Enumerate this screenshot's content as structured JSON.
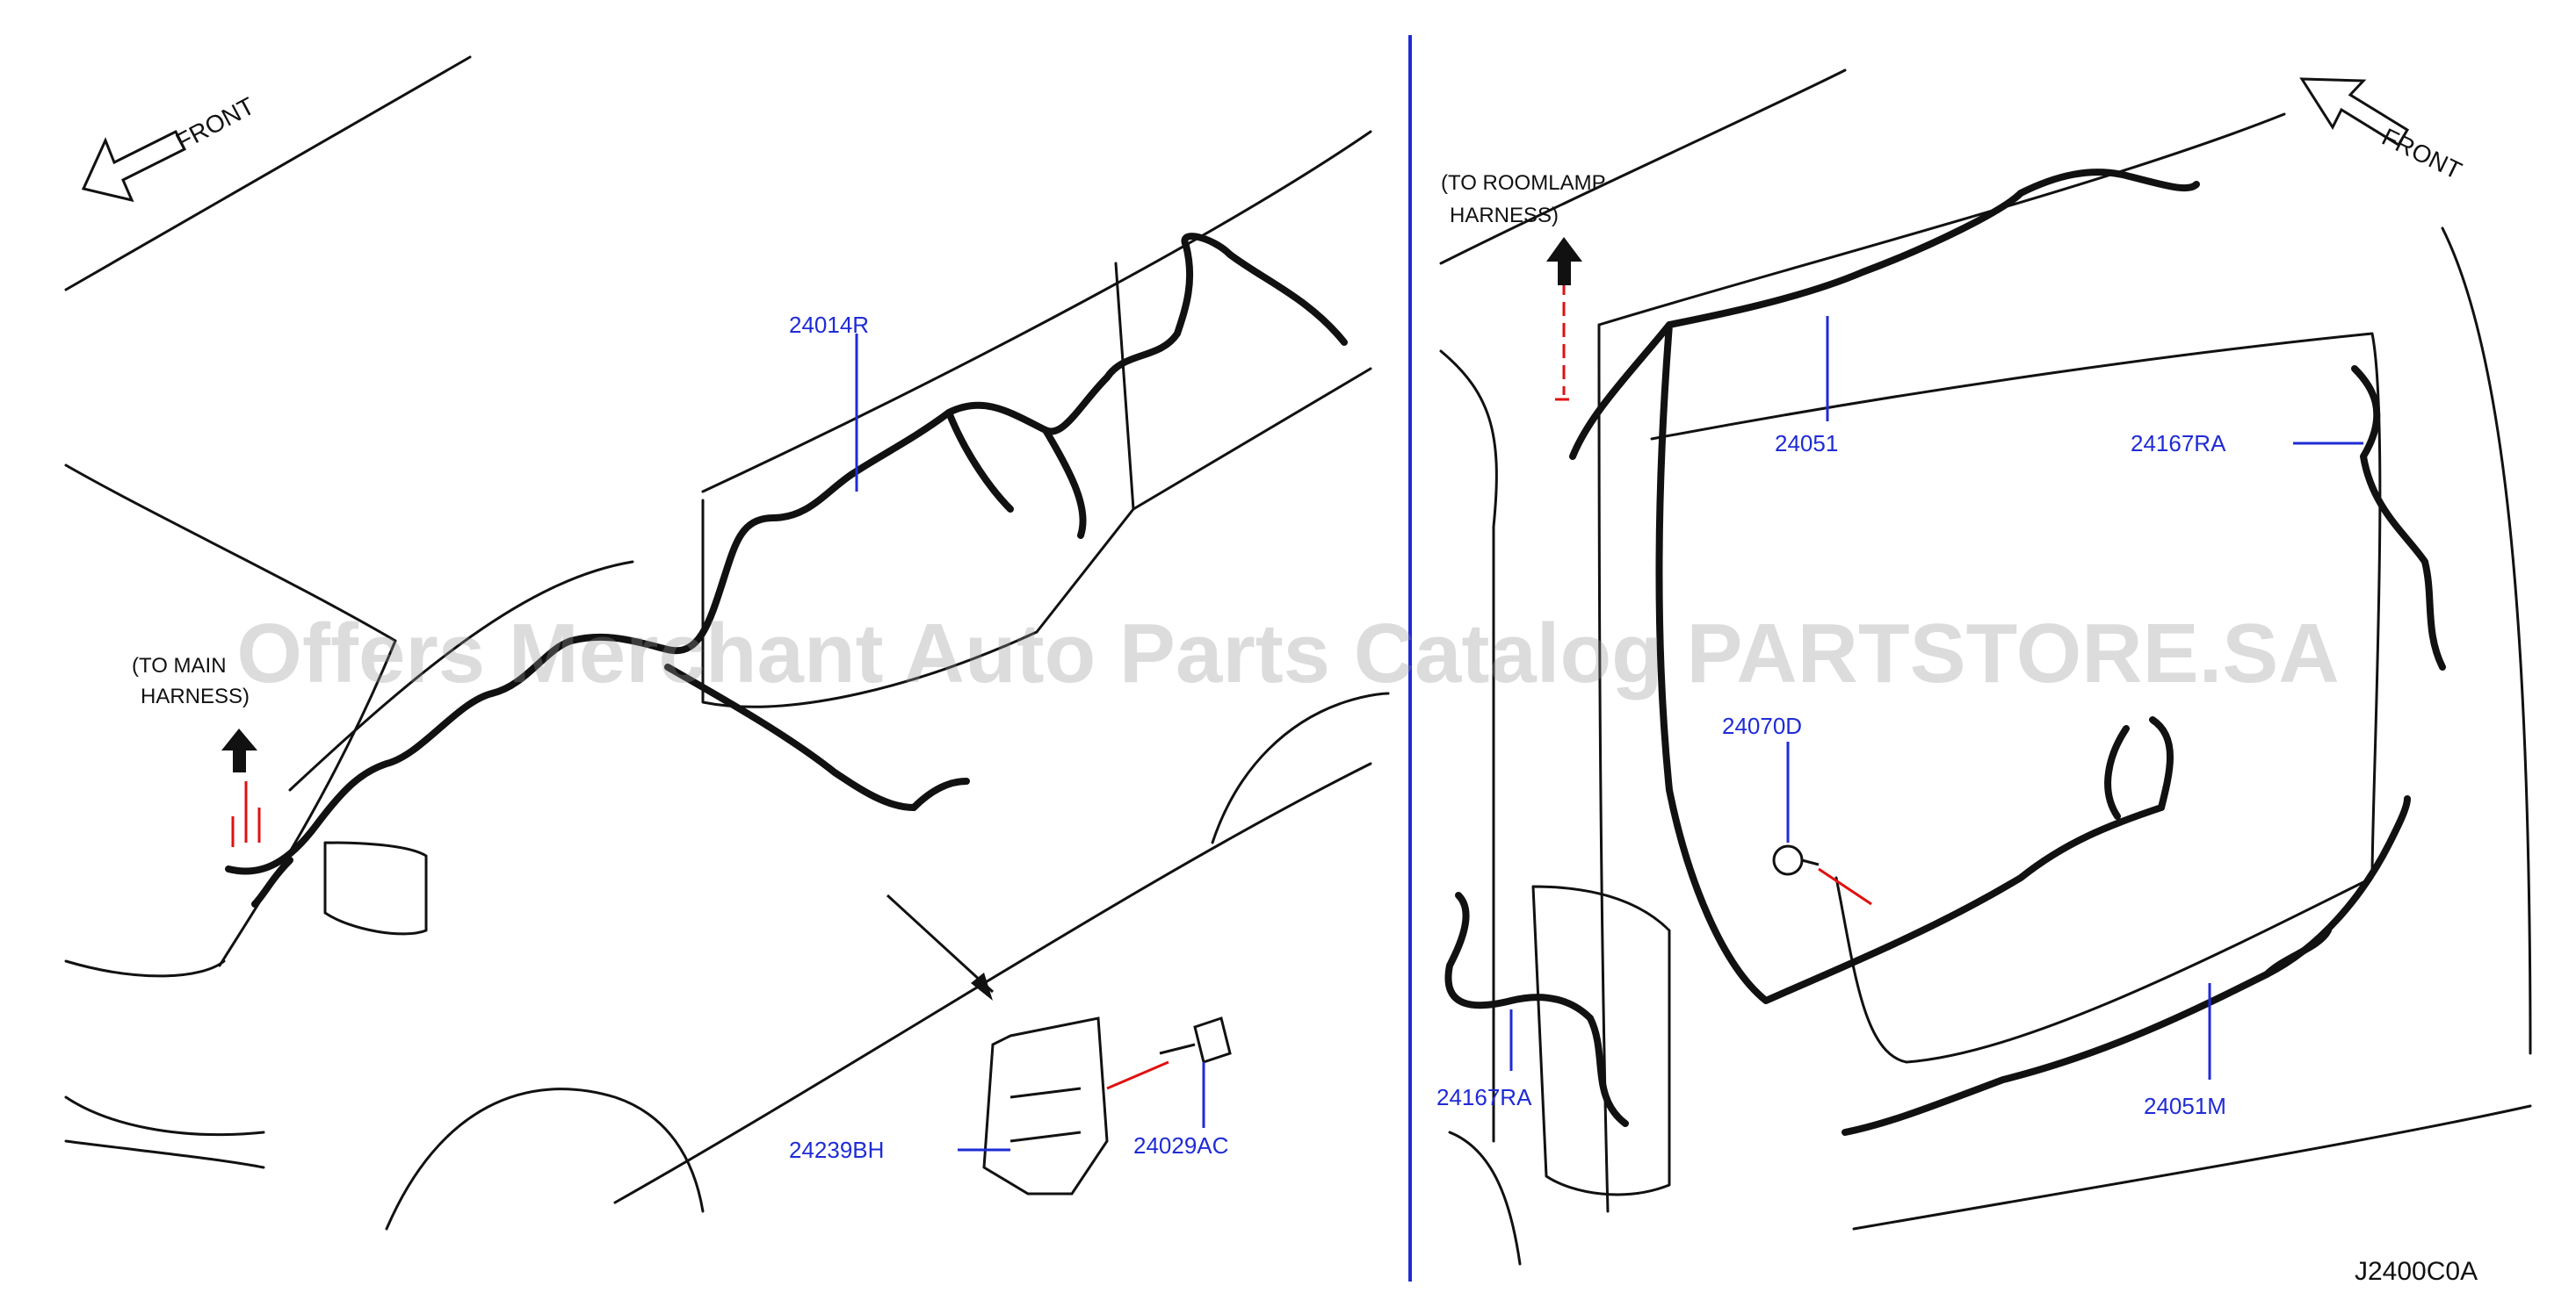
{
  "diagram": {
    "code": "J2400C0A",
    "watermark": "Offers Merchant Auto Parts Catalog PARTSTORE.SA",
    "colors": {
      "line": "#111111",
      "label": "#1f2bd6",
      "divider": "#1f2bd6",
      "guide": "#e01010"
    },
    "left": {
      "front": "FRONT",
      "note": [
        "(TO MAIN",
        "HARNESS)"
      ],
      "parts": [
        "24014R",
        "24239BH",
        "24029AC"
      ]
    },
    "right": {
      "front": "FRONT",
      "note": [
        "(TO   ROOMLAMP",
        "HARNESS)"
      ],
      "parts": [
        "24051",
        "24167RA",
        "24070D",
        "24167RA",
        "24051M"
      ]
    }
  }
}
